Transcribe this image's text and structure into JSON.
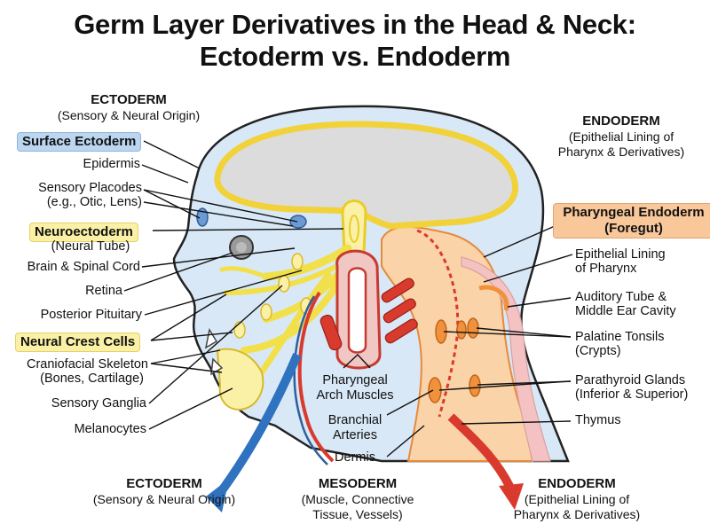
{
  "title": {
    "line1": "Germ Layer Derivatives in the Head & Neck:",
    "line2": "Ectoderm vs. Endoderm"
  },
  "ectoderm_top": {
    "heading": "ECTODERM",
    "sub": "(Sensory & Neural Origin)"
  },
  "endoderm_top": {
    "heading": "ENDODERM",
    "sub1": "(Epithelial Lining of",
    "sub2": "Pharynx & Derivatives)"
  },
  "left_labels": {
    "surface_ectoderm": "Surface Ectoderm",
    "epidermis": "Epidermis",
    "sensory_placodes_1": "Sensory Placodes",
    "sensory_placodes_2": "(e.g., Otic, Lens)",
    "neuroectoderm": "Neuroectoderm",
    "neural_tube": "(Neural Tube)",
    "brain_spinal_cord": "Brain & Spinal Cord",
    "retina": "Retina",
    "posterior_pituitary": "Posterior Pituitary",
    "neural_crest_cells": "Neural Crest Cells",
    "craniofacial_1": "Craniofacial Skeleton",
    "craniofacial_2": "(Bones, Cartilage)",
    "sensory_ganglia": "Sensory Ganglia",
    "melanocytes": "Melanocytes"
  },
  "right_labels": {
    "pharyngeal_endoderm_1": "Pharyngeal Endoderm",
    "pharyngeal_endoderm_2": "(Foregut)",
    "epithelial_lining_1": "Epithelial Lining",
    "epithelial_lining_2": "of Pharynx",
    "auditory_tube_1": "Auditory Tube &",
    "auditory_tube_2": "Middle Ear Cavity",
    "palatine_tonsils_1": "Palatine Tonsils",
    "palatine_tonsils_2": "(Crypts)",
    "parathyroid_1": "Parathyroid Glands",
    "parathyroid_2": "(Inferior & Superior)",
    "thymus": "Thymus"
  },
  "center_labels": {
    "arch_muscles_1": "Pharyngeal",
    "arch_muscles_2": "Arch Muscles",
    "branchial_1": "Branchial",
    "branchial_2": "Arteries",
    "dermis": "Dermis"
  },
  "bottom": {
    "ectoderm": {
      "heading": "ECTODERM",
      "sub": "(Sensory & Neural Origin)"
    },
    "mesoderm": {
      "heading": "MESODERM",
      "sub1": "(Muscle, Connective",
      "sub2": "Tissue, Vessels)"
    },
    "endoderm": {
      "heading": "ENDODERM",
      "sub1": "(Epithelial Lining of",
      "sub2": "Pharynx & Derivatives)"
    }
  },
  "colors": {
    "ectoderm_blue": "#2f72c0",
    "neural_yellow": "#f2e04a",
    "endoderm_orange": "#f6a766",
    "mesoderm_red": "#d93a2e",
    "skin_light_blue": "#d8e8f6"
  }
}
